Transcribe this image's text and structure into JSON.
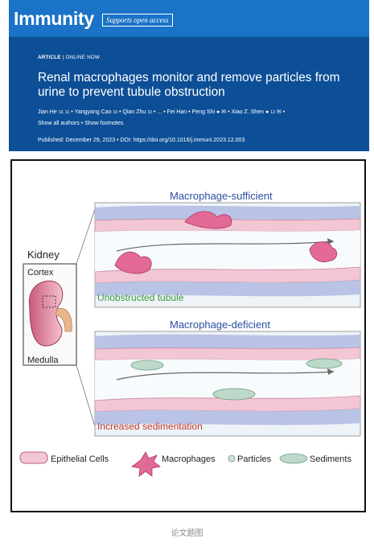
{
  "header": {
    "journal": "Immunity",
    "open_access": "Supports open access",
    "article_type": "ARTICLE",
    "article_status": "ONLINE NOW",
    "title": "Renal macrophages monitor and remove particles from urine to prevent tubule obstruction",
    "authors": [
      {
        "name": "Jian He",
        "sup": "10, 11"
      },
      {
        "name": "Yangyang Cao",
        "sup": "10"
      },
      {
        "name": "Qian Zhu",
        "sup": "10"
      },
      {
        "name": "...",
        "sup": ""
      },
      {
        "name": "Fei Han",
        "sup": ""
      },
      {
        "name": "Peng Shi",
        "sup": ""
      },
      {
        "name": "Xiao Z. Shen",
        "sup": "12"
      }
    ],
    "show_all_authors": "Show all authors",
    "show_footnotes": "Show footnotes",
    "published": "Published: December 29, 2023",
    "doi": "DOI: https://doi.org/10.1016/j.immuni.2023.12.003"
  },
  "figure": {
    "kidney_label": "Kidney",
    "cortex_label": "Cortex",
    "medulla_label": "Medulla",
    "top_panel_title": "Macrophage-sufficient",
    "top_panel_caption": "Unobstructed tubule",
    "bottom_panel_title": "Macrophage-deficient",
    "bottom_panel_caption": "Increased sedimentation",
    "legend": {
      "epithelial": "Epithelial Cells",
      "macrophages": "Macrophages",
      "particles": "Particles",
      "sediments": "Sediments"
    },
    "colors": {
      "title_blue": "#2a4fa0",
      "caption_green": "#3a9a3a",
      "caption_red": "#c0392b",
      "epithelial_pink": "#f3c6d4",
      "macrophage_pink": "#e36a96",
      "sediment_green": "#bcd9c9"
    }
  },
  "caption": "论文题图"
}
